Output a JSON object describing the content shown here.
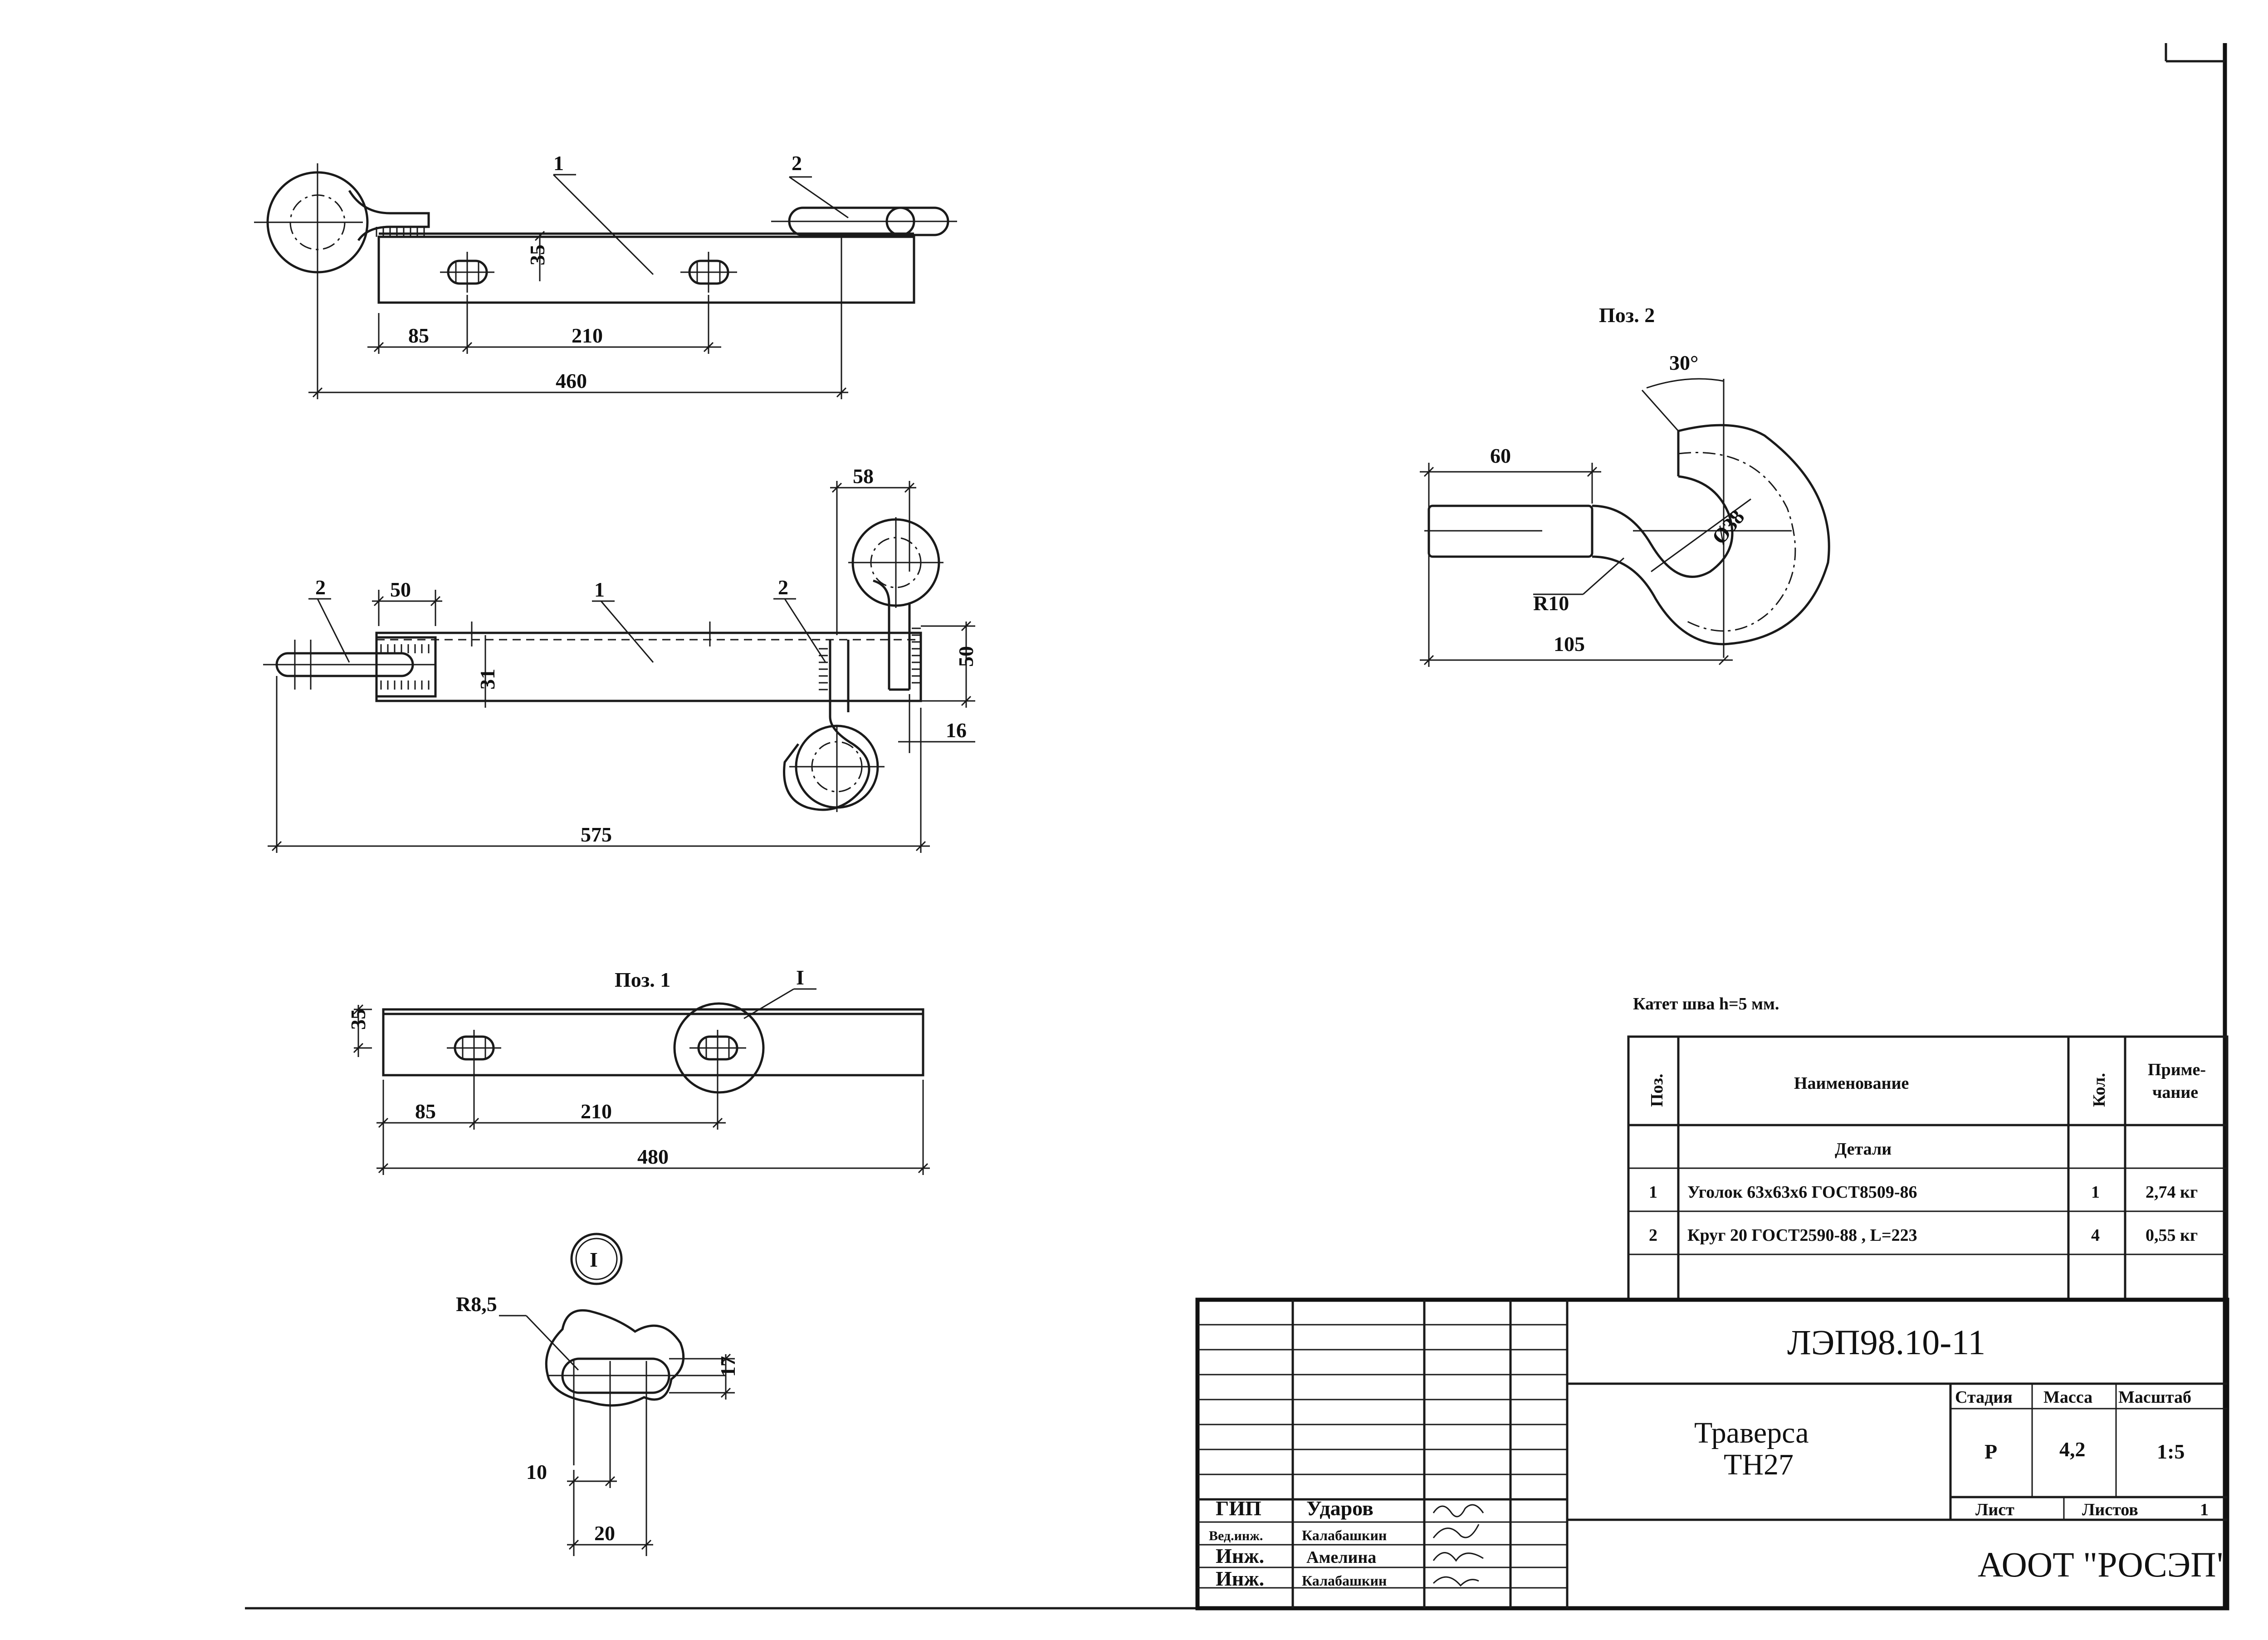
{
  "views": {
    "top": {
      "pos_labels": [
        "1",
        "2"
      ],
      "dims": [
        "35",
        "85",
        "210",
        "460"
      ]
    },
    "front": {
      "pos_labels": [
        "2",
        "1",
        "2"
      ],
      "dims": [
        "58",
        "50",
        "50",
        "31",
        "16",
        "575"
      ]
    },
    "pos1": {
      "title": "Поз. 1",
      "detail_ref": "I",
      "dims": [
        "35",
        "85",
        "210",
        "480"
      ]
    },
    "detail": {
      "label": "I",
      "dims": [
        "R8,5",
        "17",
        "10",
        "20"
      ]
    },
    "pos2": {
      "title": "Поз. 2",
      "dims": [
        "30°",
        "60",
        "Ø38",
        "R10",
        "105"
      ]
    }
  },
  "note": "Катет шва h=5 мм.",
  "spec": {
    "headers": {
      "pos": "Поз.",
      "name": "Наименование",
      "qty": "Кол.",
      "note": "Приме-\nчание"
    },
    "section": "Детали",
    "rows": [
      {
        "pos": "1",
        "name": "Уголок 63х63х6 ГОСТ8509-86",
        "qty": "1",
        "note": "2,74 кг"
      },
      {
        "pos": "2",
        "name": "Круг 20 ГОСТ2590-88 , L=223",
        "qty": "4",
        "note": "0,55 кг"
      }
    ]
  },
  "title_block": {
    "code": "ЛЭП98.10-11",
    "name_line1": "Траверса",
    "name_line2": "ТН27",
    "stage_label": "Стадия",
    "mass_label": "Масса",
    "scale_label": "Масштаб",
    "stage": "Р",
    "mass": "4,2",
    "scale": "1:5",
    "sheet_label": "Лист",
    "sheets_label": "Листов",
    "sheets": "1",
    "org": "АООТ \"РОСЭП\"",
    "signatures": [
      {
        "role": "ГИП",
        "name": "Ударов"
      },
      {
        "role": "Вед.инж.",
        "name": "Калабашкин"
      },
      {
        "role": "Инж.",
        "name": "Амелина"
      },
      {
        "role": "Инж.",
        "name": "Калабашкин"
      }
    ]
  }
}
